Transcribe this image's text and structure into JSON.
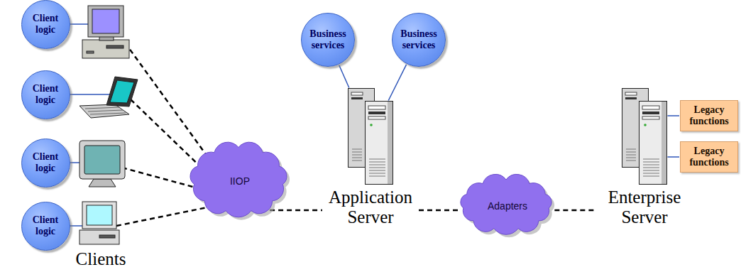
{
  "diagram": {
    "nodes": [
      {
        "text": [
          "Client logic"
        ]
      },
      {
        "text": [
          "Client logic"
        ]
      },
      {
        "text": [
          "Client logic"
        ]
      },
      {
        "text": [
          "Client logic"
        ]
      },
      {
        "text": [
          "IIOP"
        ]
      },
      {
        "text": [
          "Business services"
        ]
      },
      {
        "text": [
          "Business services"
        ]
      },
      {
        "text": [
          "Application Server"
        ]
      },
      {
        "text": [
          "Adapters"
        ]
      },
      {
        "text": [
          "Enterprise Server"
        ]
      },
      {
        "text": [
          "Legacy functions"
        ]
      },
      {
        "text": [
          "Legacy functions"
        ]
      }
    ],
    "edges": [
      {
        "from": 4,
        "to": 7,
        "arrow": "none"
      },
      {
        "from": 5,
        "to": 7,
        "arrow": "none"
      },
      {
        "from": 6,
        "to": 7,
        "arrow": "none"
      },
      {
        "from": 7,
        "to": 8,
        "arrow": "none"
      },
      {
        "from": 8,
        "to": 9,
        "arrow": "none"
      },
      {
        "from": 9,
        "to": 10,
        "arrow": "none"
      },
      {
        "from": 9,
        "to": 11,
        "arrow": "none"
      }
    ],
    "labels": [
      "Clients"
    ]
  }
}
